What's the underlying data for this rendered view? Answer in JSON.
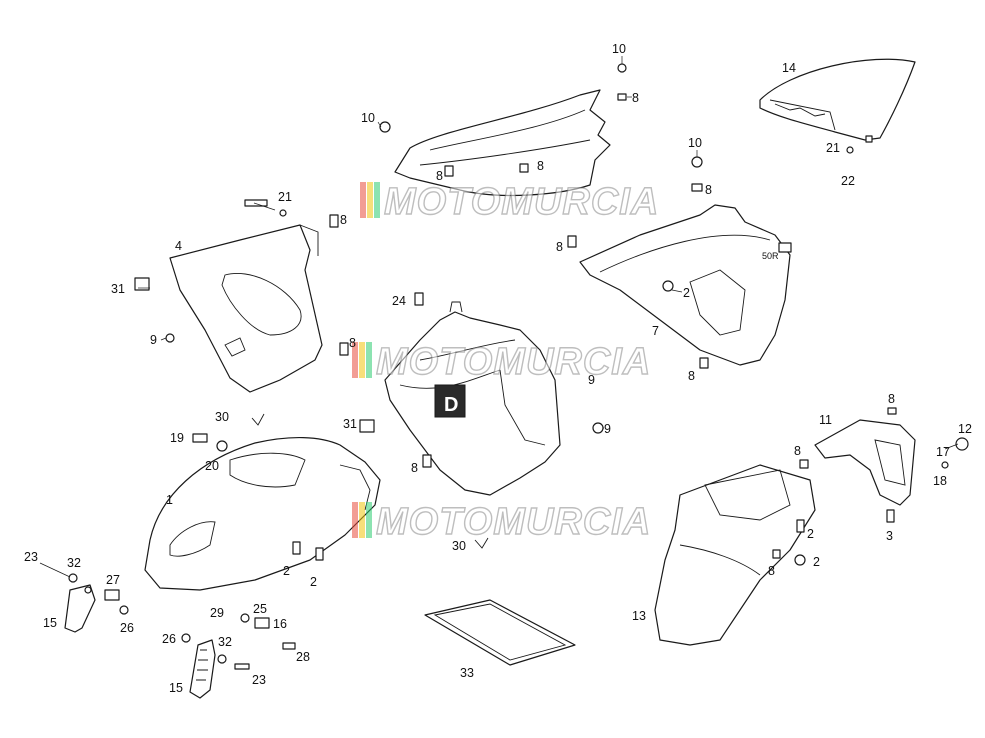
{
  "watermark": {
    "text": "MOTOMURCIA",
    "stripe_colors": [
      "#e74c3c",
      "#f1c40f",
      "#2ecc71",
      "#ecf0f1"
    ]
  },
  "callouts": {
    "c10a": "10",
    "c8a": "8",
    "c14": "14",
    "c10b": "10",
    "c8b": "8",
    "c8c": "8",
    "c10c": "10",
    "c8d": "8",
    "c21a": "21",
    "c22": "22",
    "c21b": "21",
    "c8e": "8",
    "c4": "4",
    "c8f": "8",
    "c31a": "31",
    "c9a": "9",
    "c24": "24",
    "c8g": "8",
    "c2a": "2",
    "c7": "7",
    "c8h": "8",
    "c9b": "9",
    "c30a": "30",
    "c31b": "31",
    "c19": "19",
    "c20": "20",
    "c8i": "8",
    "c9c": "9",
    "c11": "11",
    "c8j": "8",
    "c12": "12",
    "c8k": "8",
    "c17": "17",
    "c18": "18",
    "c1": "1",
    "c2b": "2",
    "c3": "3",
    "c30b": "30",
    "c23a": "23",
    "c32a": "32",
    "c27": "27",
    "c2c": "2",
    "c2d": "2",
    "c8l": "8",
    "c2e": "2",
    "c15a": "15",
    "c26a": "26",
    "c29": "29",
    "c25": "25",
    "c16": "16",
    "c13": "13",
    "c26b": "26",
    "c32b": "32",
    "c28": "28",
    "c23b": "23",
    "c33": "33",
    "c15b": "15"
  },
  "decal": {
    "panel_badge": "50R",
    "front_letter": "D"
  }
}
